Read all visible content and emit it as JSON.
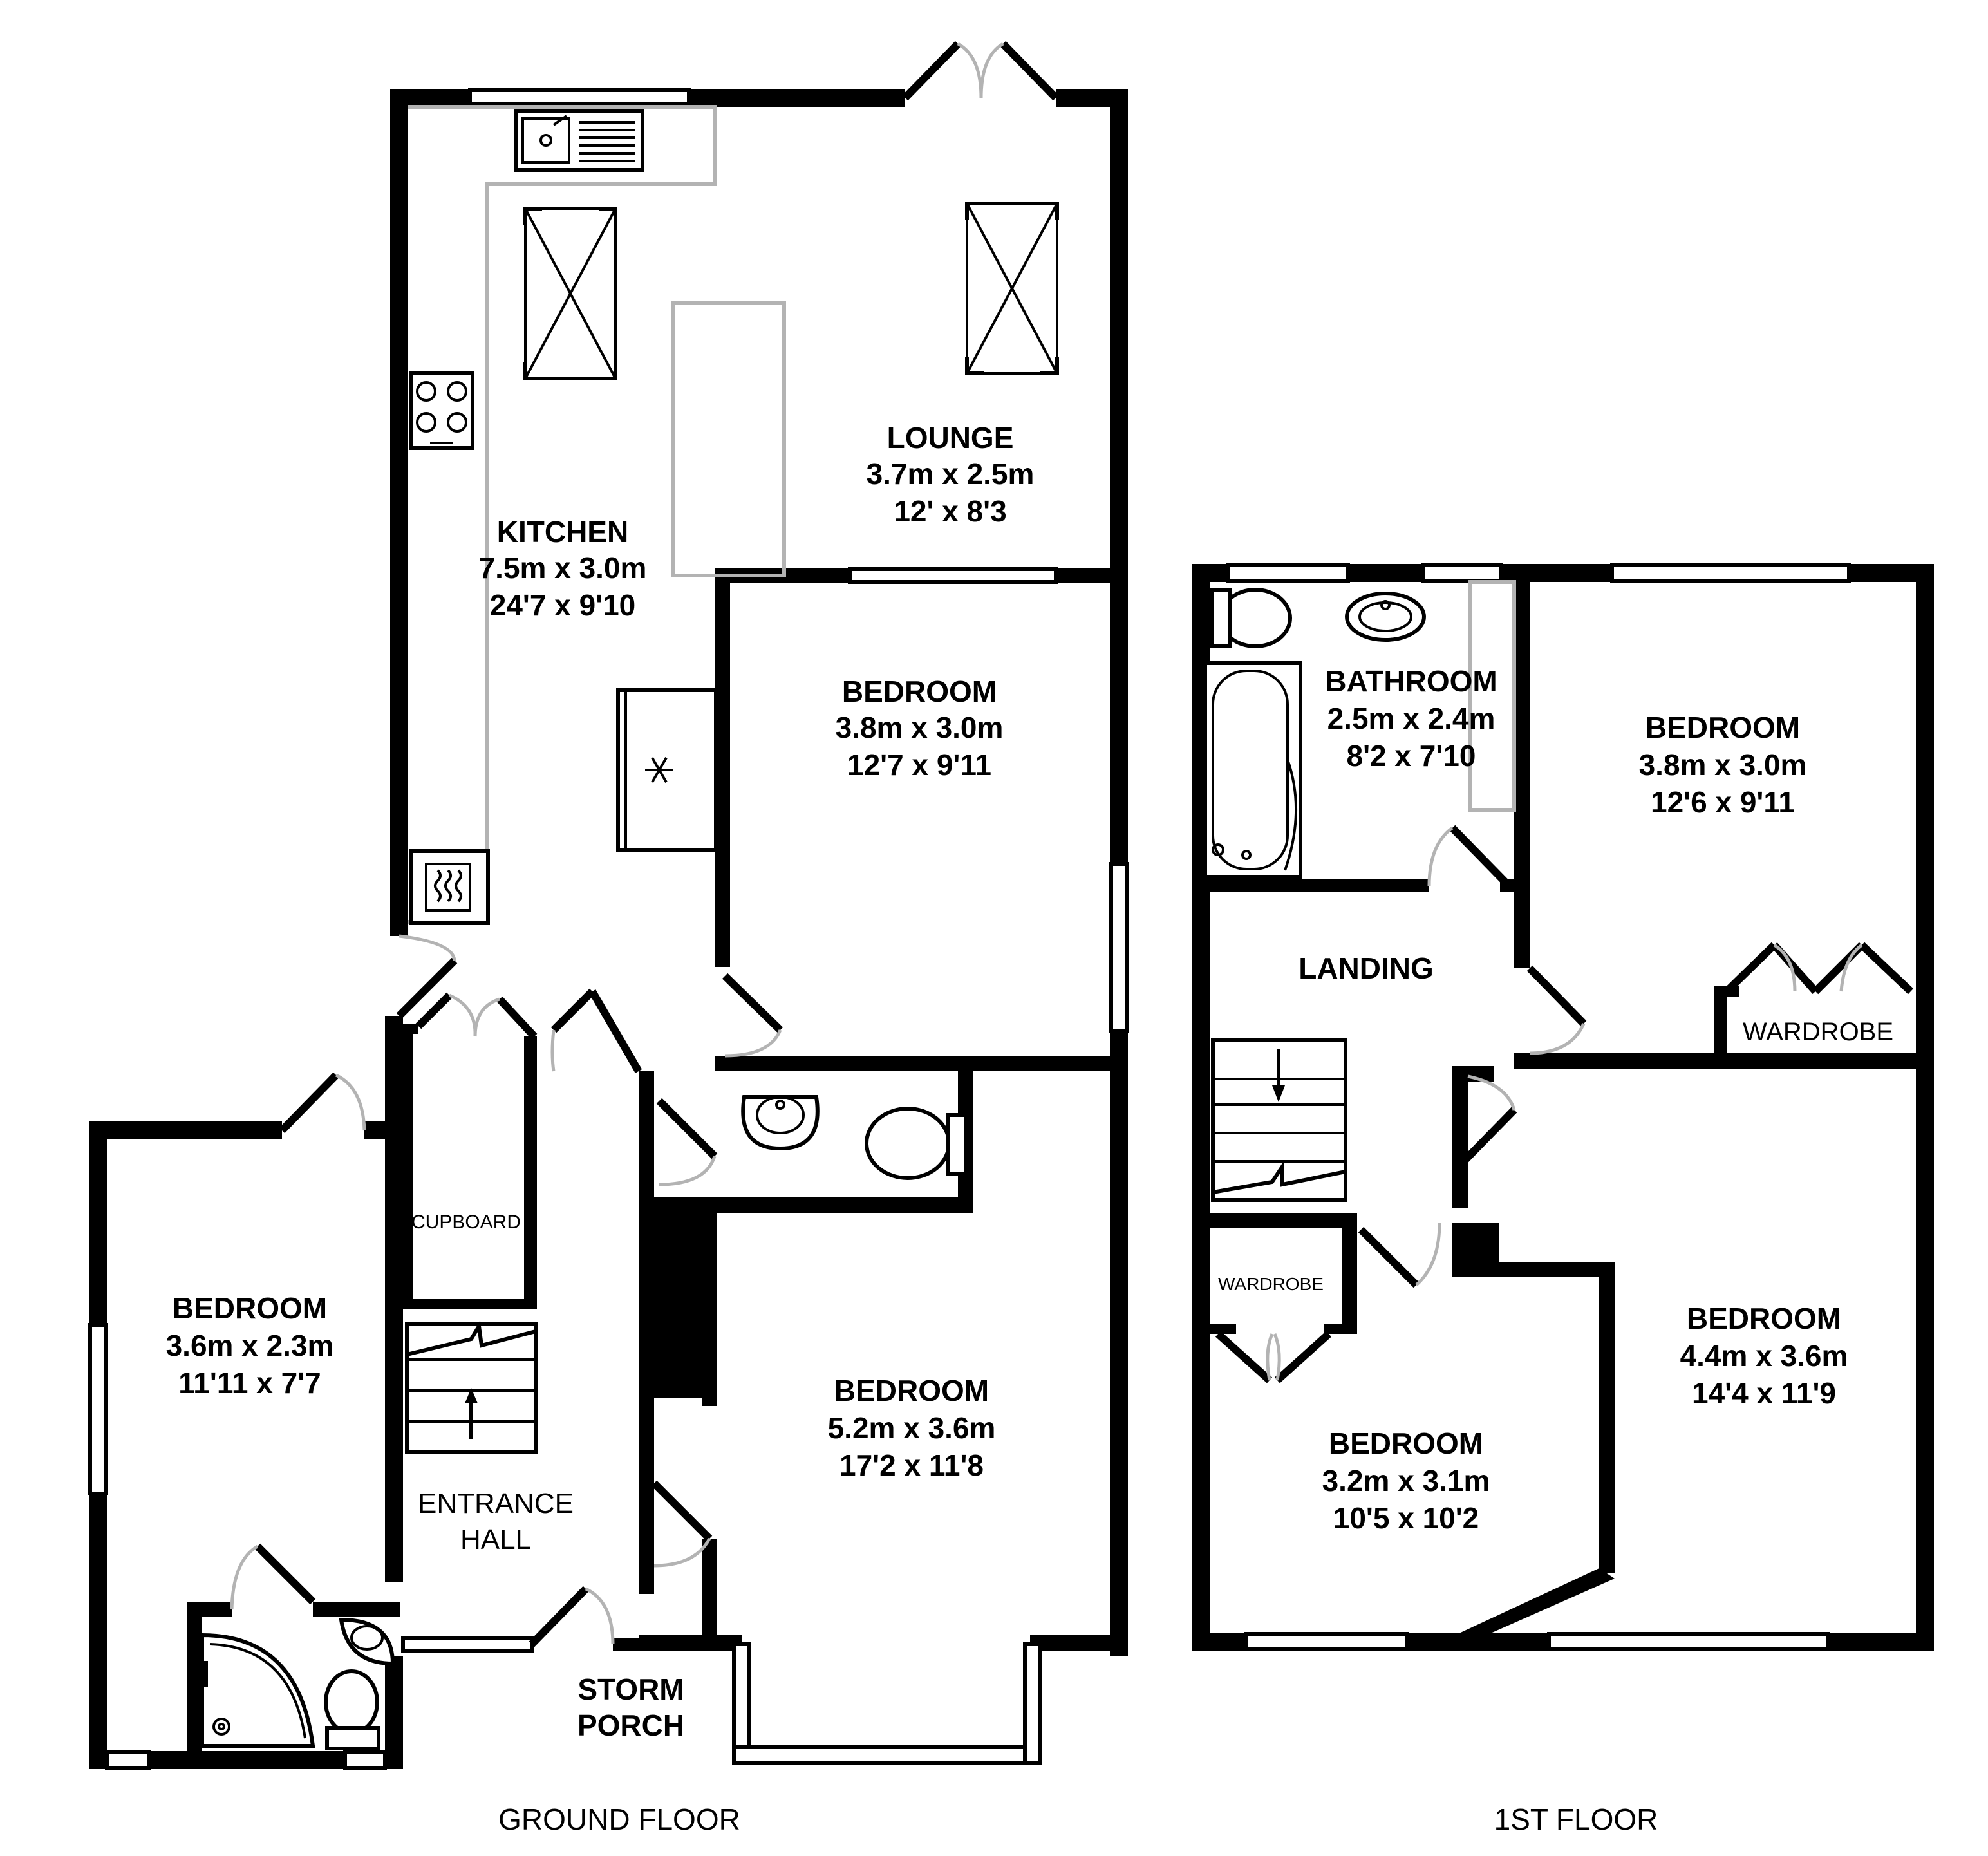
{
  "ground_floor": {
    "caption": "GROUND FLOOR",
    "rooms": {
      "kitchen": {
        "name": "KITCHEN",
        "metric": "7.5m x 3.0m",
        "imperial": "24'7 x 9'10"
      },
      "lounge": {
        "name": "LOUNGE",
        "metric": "3.7m x 2.5m",
        "imperial": "12' x 8'3"
      },
      "bedroom_rear": {
        "name": "BEDROOM",
        "metric": "3.8m x 3.0m",
        "imperial": "12'7 x 9'11"
      },
      "bedroom_left": {
        "name": "BEDROOM",
        "metric": "3.6m x 2.3m",
        "imperial": "11'11 x 7'7"
      },
      "bedroom_front": {
        "name": "BEDROOM",
        "metric": "5.2m x 3.6m",
        "imperial": "17'2 x 11'8"
      },
      "cupboard": {
        "name": "CUPBOARD"
      },
      "entrance_hall": {
        "line1": "ENTRANCE",
        "line2": "HALL"
      },
      "storm_porch": {
        "line1": "STORM",
        "line2": "PORCH"
      }
    }
  },
  "first_floor": {
    "caption": "1ST FLOOR",
    "rooms": {
      "bathroom": {
        "name": "BATHROOM",
        "metric": "2.5m x 2.4m",
        "imperial": "8'2 x 7'10"
      },
      "bedroom_rear_right": {
        "name": "BEDROOM",
        "metric": "3.8m x 3.0m",
        "imperial": "12'6 x 9'11"
      },
      "landing": {
        "name": "LANDING"
      },
      "wardrobe_right": {
        "name": "WARDROBE"
      },
      "wardrobe_left": {
        "name": "WARDROBE"
      },
      "bedroom_front_right": {
        "name": "BEDROOM",
        "metric": "4.4m x 3.6m",
        "imperial": "14'4 x 11'9"
      },
      "bedroom_front_left": {
        "name": "BEDROOM",
        "metric": "3.2m x 3.1m",
        "imperial": "10'5 x 10'2"
      }
    }
  }
}
